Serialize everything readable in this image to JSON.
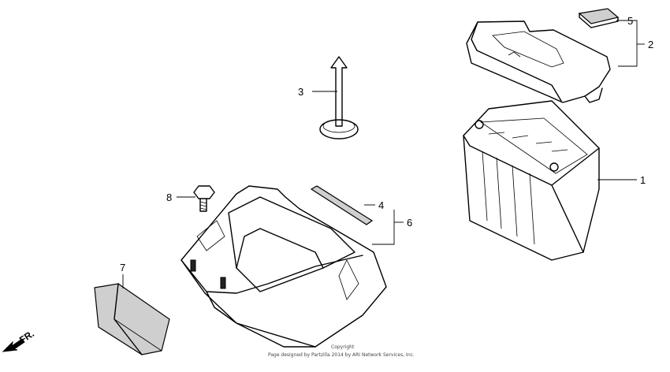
{
  "callouts": {
    "c1": "1",
    "c2": "2",
    "c3": "3",
    "c4": "4",
    "c5": "5",
    "c6": "6",
    "c7": "7",
    "c8": "8"
  },
  "direction_label": "FR.",
  "copyright": {
    "line1": "Copyright",
    "line2": "Page designed by Partzilla 2014 by ARI Network Services, Inc."
  }
}
